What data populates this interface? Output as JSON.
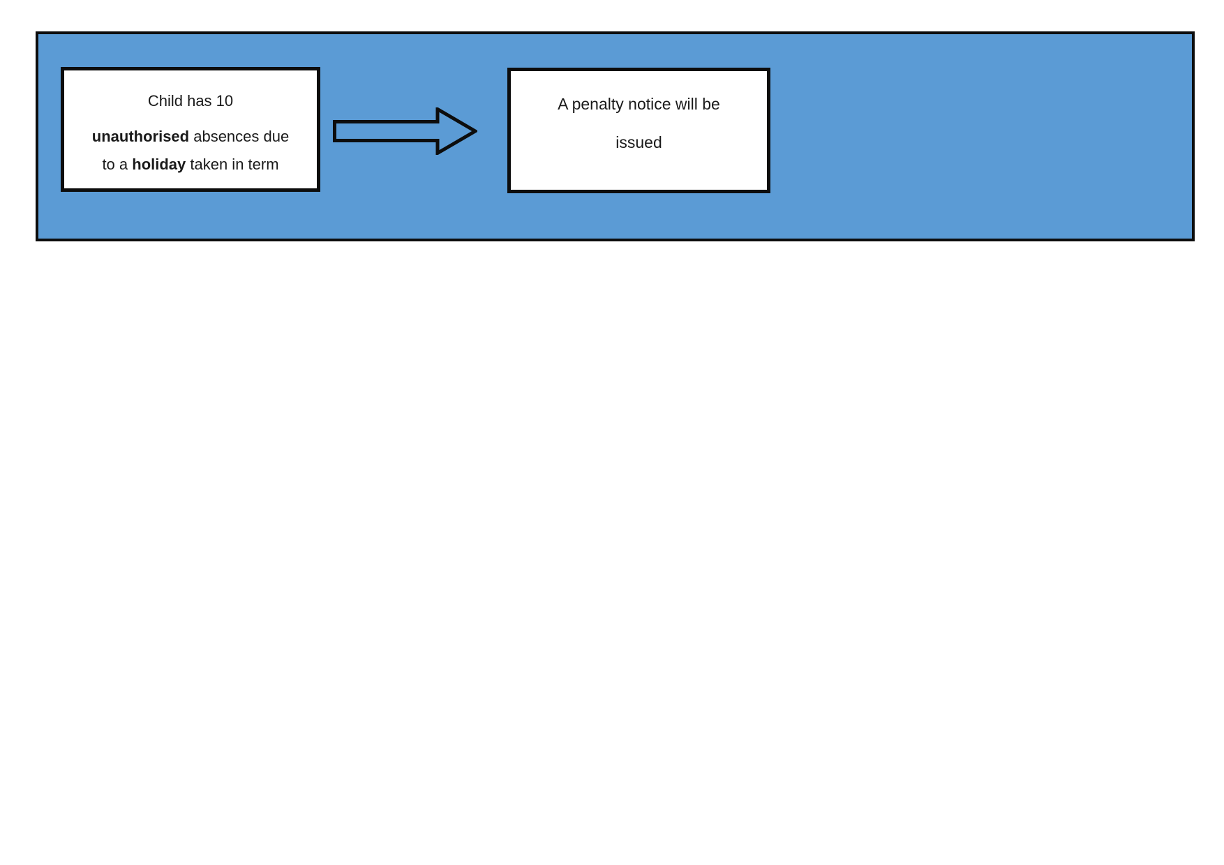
{
  "banner": {
    "background_color": "#5b9bd5",
    "border_color": "#0d0d0d",
    "cause_box": {
      "line1": "Child has 10",
      "line2_bold": "unauthorised",
      "line2_rest": " absences due",
      "line3_pre": "to a ",
      "line3_bold": "holiday",
      "line3_rest": " taken in term"
    },
    "arrow_icon": "right-block-arrow",
    "result_box": {
      "line1": "A penalty notice will be",
      "line2": "issued"
    }
  }
}
